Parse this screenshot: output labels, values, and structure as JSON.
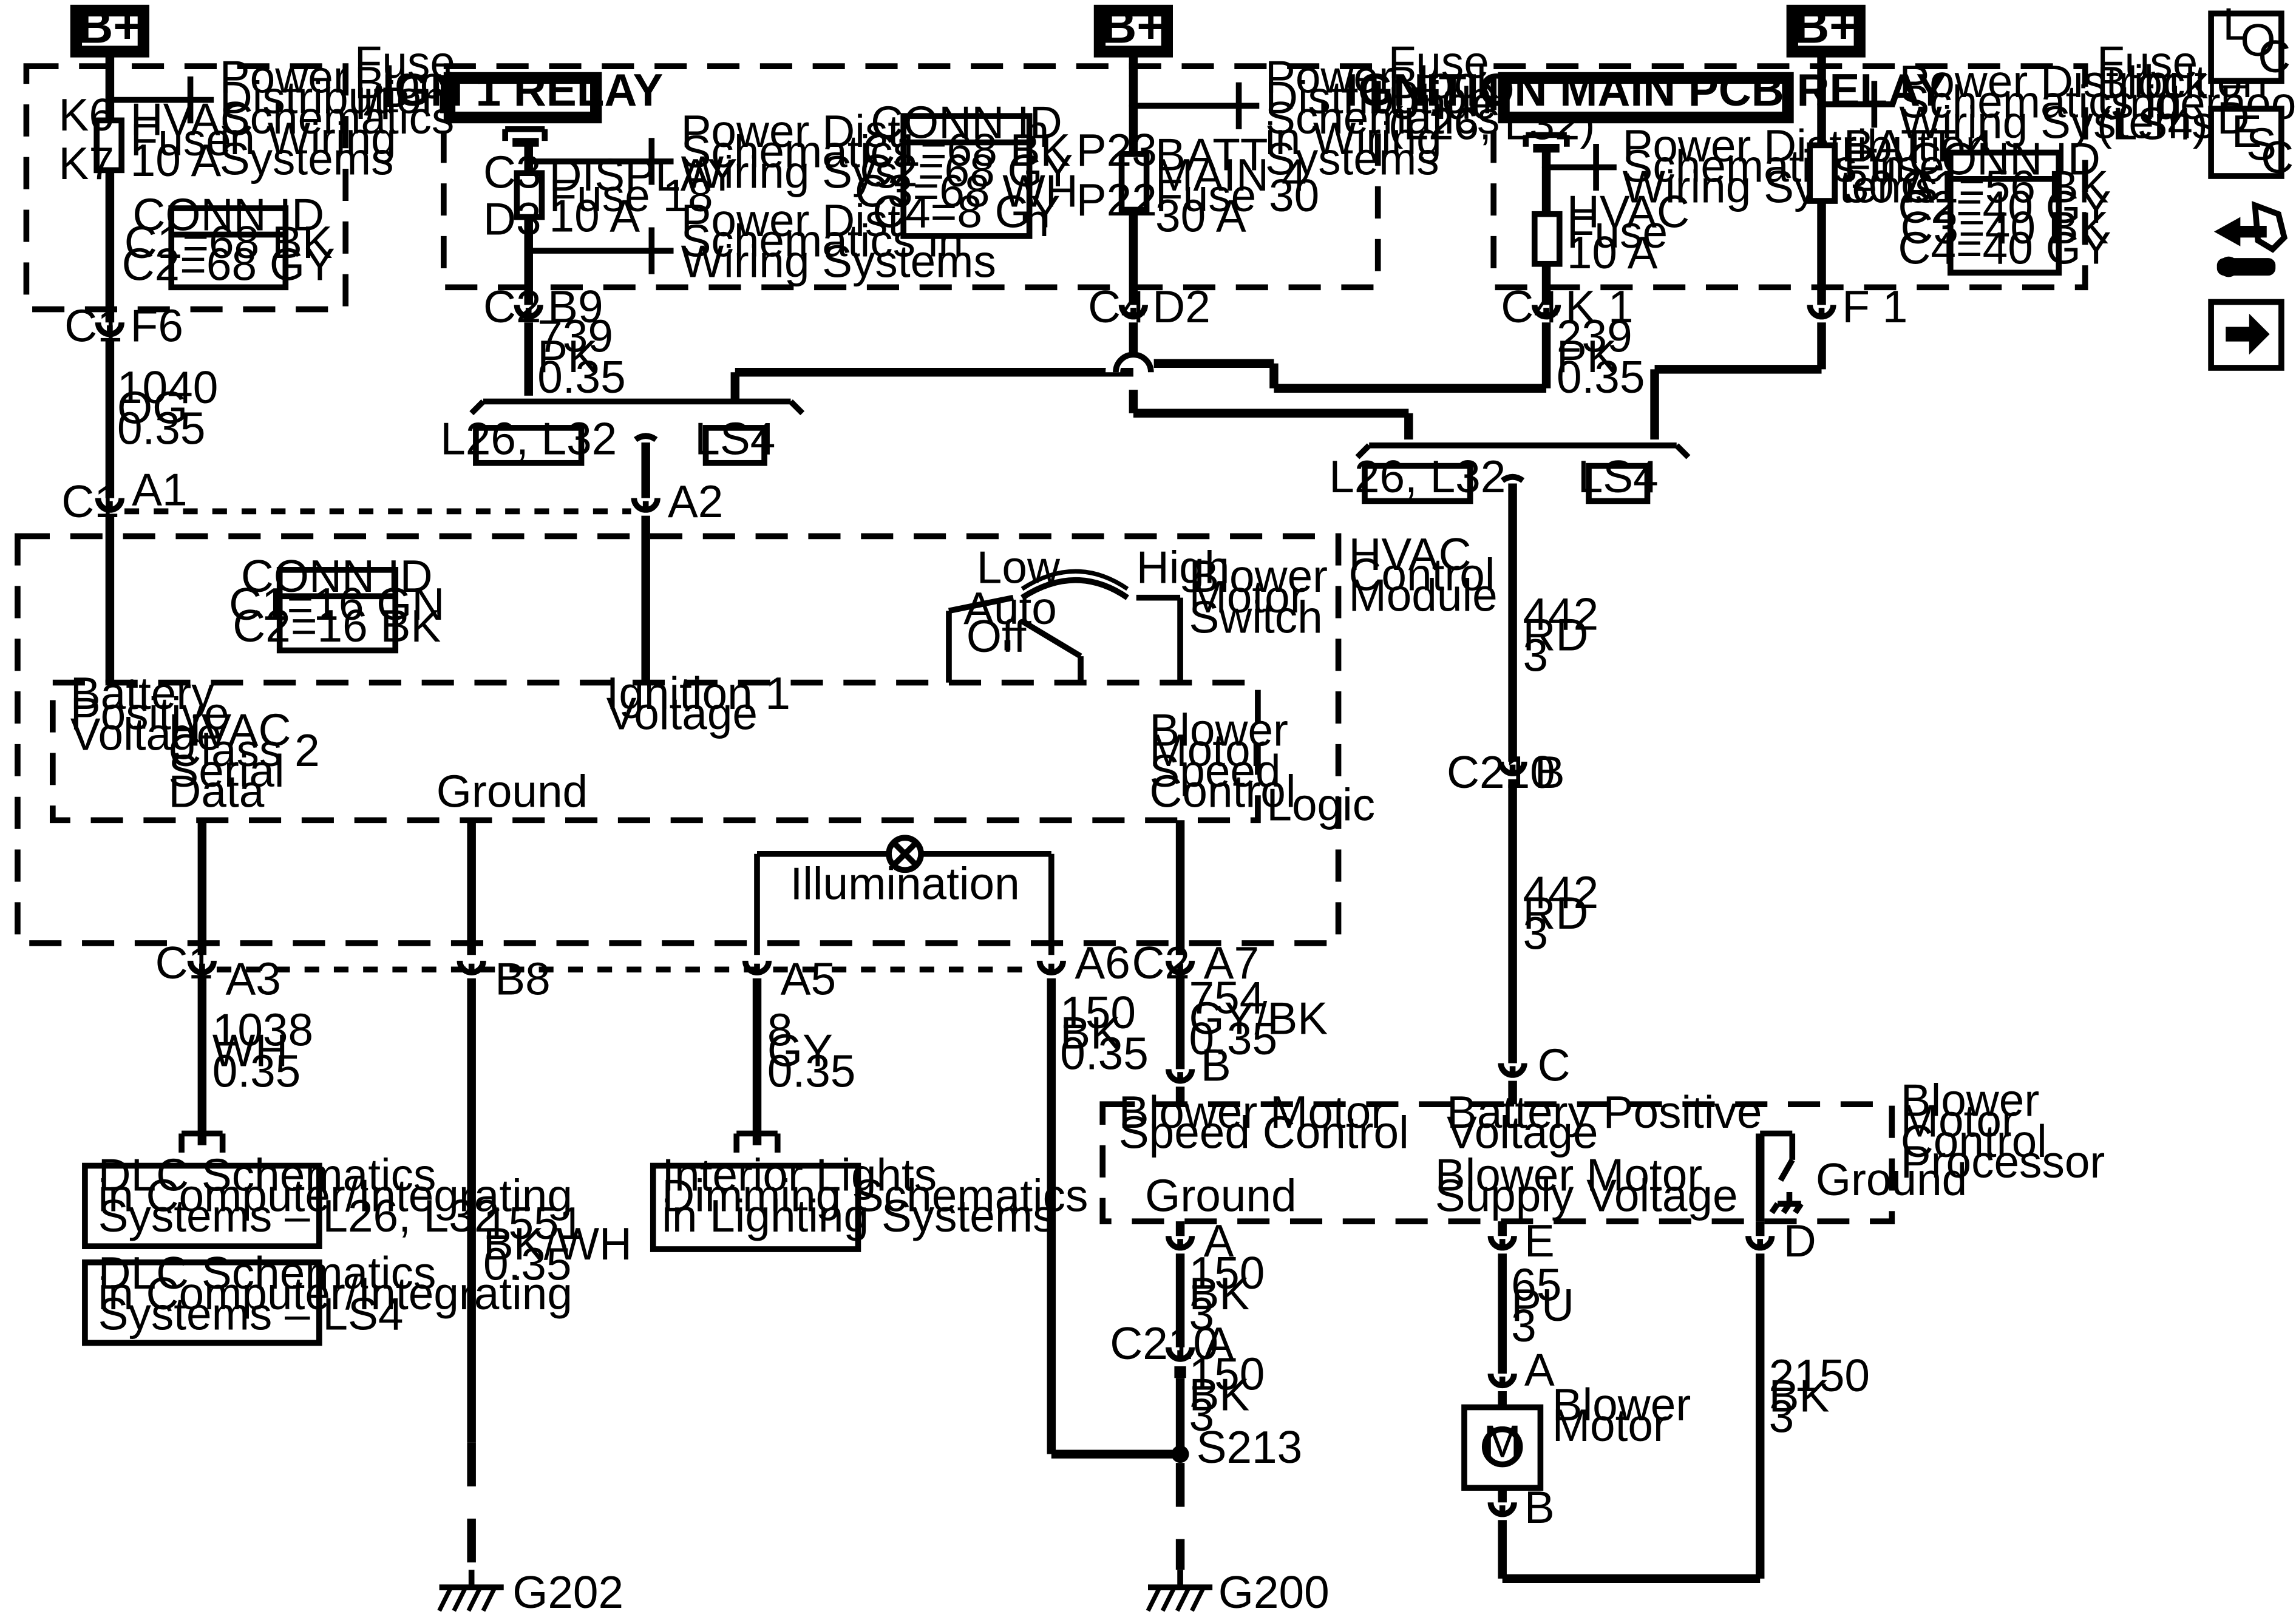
{
  "supply": {
    "bplus_label": "B+"
  },
  "fuse_blocks": {
    "ip": {
      "label": [
        "Fuse",
        "Block –",
        "I/P"
      ],
      "terminals": [
        "K6",
        "K7"
      ],
      "fuse": [
        "HVAC",
        "Fuse",
        "10 A"
      ],
      "note": [
        "Power",
        "Distribution",
        "Schematics",
        "in Wiring",
        "Systems"
      ],
      "conn_title": "CONN ID",
      "conn": [
        "C1=68 BK",
        "C2=68 GY"
      ]
    },
    "underhood_l26": {
      "label": [
        "Fuse",
        "Block –",
        "Underhood",
        "(L26, L32)"
      ],
      "relay": "IGN 1 RELAY",
      "display_terminals": [
        "C3",
        "D3"
      ],
      "display_fuse": [
        "DISPLAY",
        "Fuse 18",
        "10 A"
      ],
      "note_top": [
        "Power Distribution",
        "Schematics in",
        "Wiring Systems"
      ],
      "note_bottom": [
        "Power Distribution",
        "Schematics in",
        "Wiring Systems"
      ],
      "batt_terminals": [
        "P23",
        "P22"
      ],
      "batt_fuse": [
        "BATT",
        "MAIN 4",
        "Fuse 30",
        "30 A"
      ],
      "note_right": [
        "Power",
        "Distribution",
        "Schematics",
        "in Wiring",
        "Systems"
      ],
      "conn_title": "CONN ID",
      "conn": [
        "C1=68 BK",
        "C2=68 GY",
        "C3=68 WH",
        "C4=8 GY"
      ]
    },
    "underhood_ls4": {
      "label": [
        "Fuse",
        "Block –",
        "Underhood",
        "(LS4)"
      ],
      "relay": "IGNITION MAIN PCB RELAY",
      "hvac_fuse": [
        "HVAC",
        "Fuse",
        "10 A"
      ],
      "note_relay": [
        "Power Distribution",
        "Schematics in",
        "Wiring Systems"
      ],
      "note_top": [
        "Power Distribution",
        "Schematics in",
        "Wiring Systems"
      ],
      "batt_fuse": [
        "BATT 4",
        "Fuse",
        "30 A"
      ],
      "conn_title": "CONN ID",
      "conn": [
        "C1=56 BK",
        "C2=40 GY",
        "C3=40 BK",
        "C4=40 GY"
      ]
    }
  },
  "connectors": {
    "c1_f6": [
      "C1",
      "F6"
    ],
    "c2_b9": [
      "C2",
      "B9"
    ],
    "c4_d2": [
      "C4",
      "D2"
    ],
    "c4_k1": [
      "C4",
      "K 1"
    ],
    "f1": "F 1",
    "c1_a1": [
      "C1",
      "A1"
    ],
    "a2": "A2",
    "c1_a3": [
      "C1",
      "A3"
    ],
    "b8": "B8",
    "a5": "A5",
    "a6": "A6",
    "c2_a7": [
      "C2",
      "A7"
    ],
    "b_blower_ctrl": "B",
    "c210_b": [
      "C210",
      "B"
    ],
    "c_batt": "C",
    "a_ground": "A",
    "c210_a": [
      "C210",
      "A"
    ],
    "e_supply": "E",
    "d_ground": "D",
    "a_motor": "A",
    "b_motor": "B"
  },
  "wires": {
    "w1040": [
      "1040",
      "OG",
      "0.35"
    ],
    "w739": [
      "739",
      "PK",
      "0.35"
    ],
    "w239": [
      "239",
      "PK",
      "0.35"
    ],
    "w442a": [
      "442",
      "RD",
      "3"
    ],
    "w442b": [
      "442",
      "RD",
      "3"
    ],
    "w1038": [
      "1038",
      "WH",
      "0.35"
    ],
    "w1551": [
      "1551",
      "BK/WH",
      "0.35"
    ],
    "w8": [
      "8",
      "GY",
      "0.35"
    ],
    "w150_a6": [
      "150",
      "BK",
      "0.35"
    ],
    "w754": [
      "754",
      "GY/BK",
      "0.35"
    ],
    "w150_a": [
      "150",
      "BK",
      "3"
    ],
    "w150_c210": [
      "150",
      "BK",
      "3"
    ],
    "w65": [
      "65",
      "PU",
      "3"
    ],
    "w2150": [
      "2150",
      "BK",
      "3"
    ]
  },
  "options": {
    "left": [
      "L26, L32",
      "LS4"
    ],
    "right": [
      "L26, L32",
      "LS4"
    ]
  },
  "hvac_module": {
    "label": [
      "HVAC",
      "Control",
      "Module"
    ],
    "conn_title": "CONN ID",
    "conn": [
      "C1=16 GN",
      "C2=16 BK"
    ],
    "battery_positive": [
      "Battery",
      "Positive",
      "Voltage"
    ],
    "ignition1": [
      "Ignition 1",
      "Voltage"
    ],
    "serial_data": [
      "HVAC",
      "Class 2",
      "Serial",
      "Data"
    ],
    "ground": "Ground",
    "blower_speed": [
      "Blower",
      "Motor",
      "Speed",
      "Control"
    ],
    "logic": "Logic",
    "illumination": "Illumination",
    "switch_low": "Low",
    "switch_high": "High",
    "switch_auto": "Auto",
    "switch_off": "Off",
    "switch_label": [
      "Blower",
      "Motor",
      "Switch"
    ]
  },
  "blower_processor": {
    "label": [
      "Blower",
      "Motor",
      "Control",
      "Processor"
    ],
    "speed_control": [
      "Blower Motor",
      "Speed Control"
    ],
    "battery_positive": [
      "Battery Positive",
      "Voltage"
    ],
    "ground_left": "Ground",
    "supply": [
      "Blower Motor",
      "Supply Voltage"
    ],
    "ground_right": "Ground"
  },
  "references": {
    "dlc_l26": [
      "DLC Schematics",
      "in Computer/Integrating",
      "Systems – L26, L32"
    ],
    "dlc_ls4": [
      "DLC Schematics",
      "in Computer/Integrating",
      "Systems – LS4"
    ],
    "interior_lights": [
      "Interior Lights",
      "Dimming Schematics",
      "in Lighting Systems"
    ]
  },
  "motor": {
    "label": [
      "Blower",
      "Motor"
    ],
    "symbol": "M"
  },
  "splice": "S213",
  "grounds": {
    "g202": "G202",
    "g200": "G200"
  },
  "nav_icons": [
    {
      "name": "loc-icon",
      "letters": [
        "L",
        "O",
        "C"
      ]
    },
    {
      "name": "desc-icon",
      "letters": [
        "D",
        "E",
        "S",
        "C"
      ]
    },
    {
      "name": "harness-connector-icon"
    },
    {
      "name": "next-arrow-icon"
    }
  ]
}
